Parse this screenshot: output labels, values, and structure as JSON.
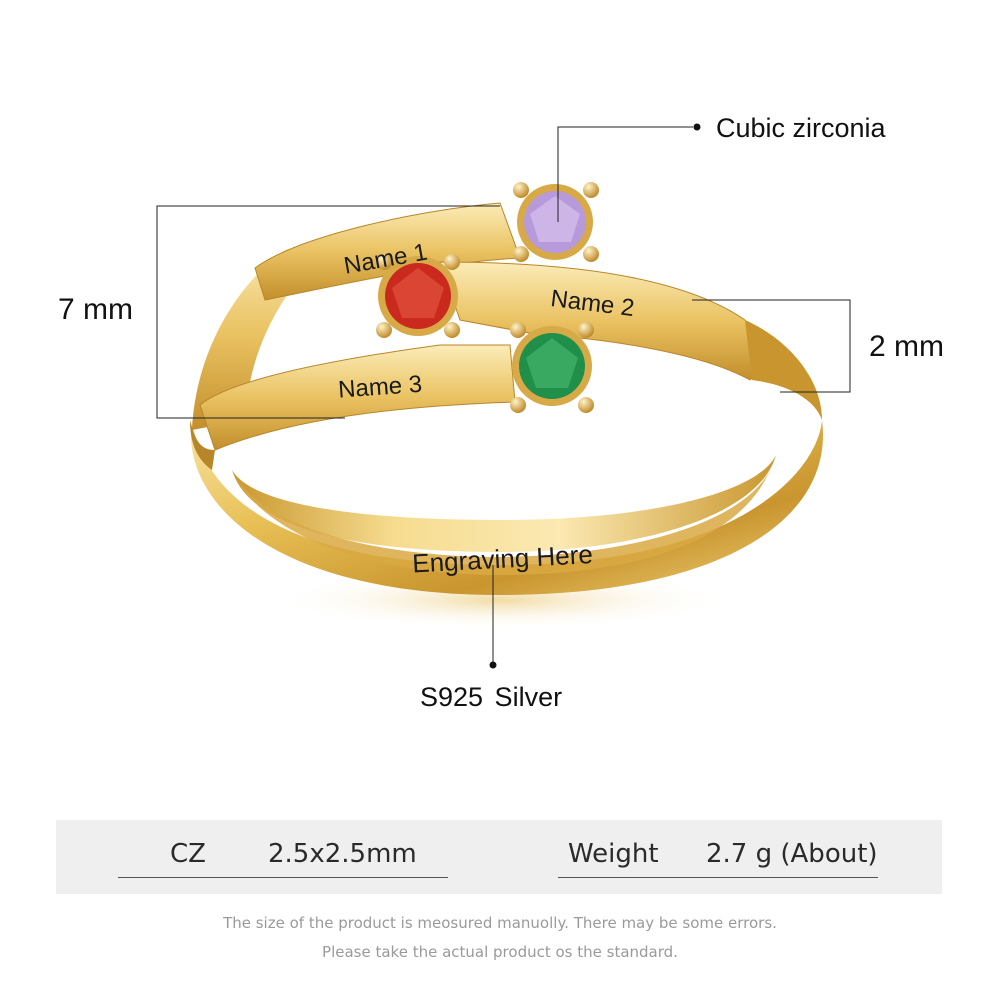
{
  "annotations": {
    "stone_material": "Cubic zirconia",
    "band_height": "7 mm",
    "band_width": "2 mm",
    "metal": "S925  Silver"
  },
  "engravings": {
    "name_1": "Name 1",
    "name_2": "Name 2",
    "name_3": "Name 3",
    "inner": "Engraving Here"
  },
  "stones": [
    {
      "name": "purple-stone",
      "color": "#b79ad9"
    },
    {
      "name": "red-stone",
      "color": "#c92a1d"
    },
    {
      "name": "green-stone",
      "color": "#1f8f4a"
    }
  ],
  "colors": {
    "gold_light": "#f6d98a",
    "gold_mid": "#e2b54a",
    "gold_dark": "#b8862a",
    "spec_band_bg": "#efefef"
  },
  "specs": {
    "cz_label": "CZ",
    "cz_value": "2.5x2.5mm",
    "weight_label": "Weight",
    "weight_value": "2.7 g (About)"
  },
  "disclaimer": {
    "line1": "The size of the product is meosured manuolly. There may be some errors.",
    "line2": "Please take the actual product os the standard."
  }
}
